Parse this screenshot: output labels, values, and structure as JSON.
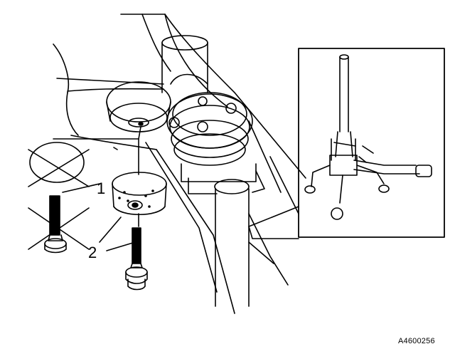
{
  "callouts": {
    "one": "1",
    "two": "2"
  },
  "figure_code": "A4600256",
  "colors": {
    "ink": "#000000",
    "paper": "#ffffff"
  }
}
